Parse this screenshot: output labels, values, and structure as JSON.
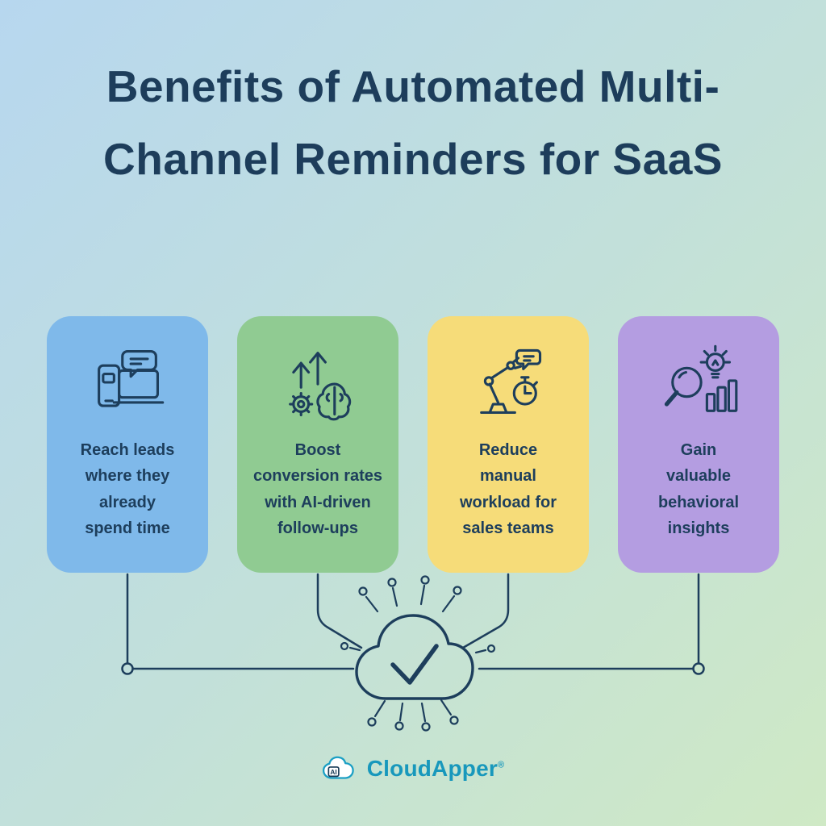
{
  "title": "Benefits of Automated Multi-\nChannel Reminders for SaaS",
  "cards": [
    {
      "id": "reach-leads",
      "label": "Reach leads\nwhere they\nalready\nspend time",
      "color": "#7fb9ea",
      "icon": "devices-chat-icon"
    },
    {
      "id": "boost-conversion",
      "label": "Boost\nconversion rates\nwith AI-driven\nfollow-ups",
      "color": "#90cb92",
      "icon": "growth-gear-brain-icon"
    },
    {
      "id": "reduce-workload",
      "label": "Reduce\nmanual\nworkload for\nsales teams",
      "color": "#f6dc79",
      "icon": "robot-arm-stopwatch-icon"
    },
    {
      "id": "gain-insights",
      "label": "Gain\nvaluable\nbehavioral\ninsights",
      "color": "#b49de1",
      "icon": "magnifier-lightbulb-chart-icon"
    }
  ],
  "center": {
    "icon": "cloud-check-network-icon"
  },
  "footer": {
    "brand": "CloudApper",
    "registered": "®",
    "badge": "AI"
  },
  "colors": {
    "title_text": "#1d3d5b",
    "card_text": "#1d3e5c",
    "line": "#1d3e5c",
    "background_start": "#b7d7ef",
    "background_end": "#cfe9c5",
    "brand_teal": "#1898bc"
  }
}
